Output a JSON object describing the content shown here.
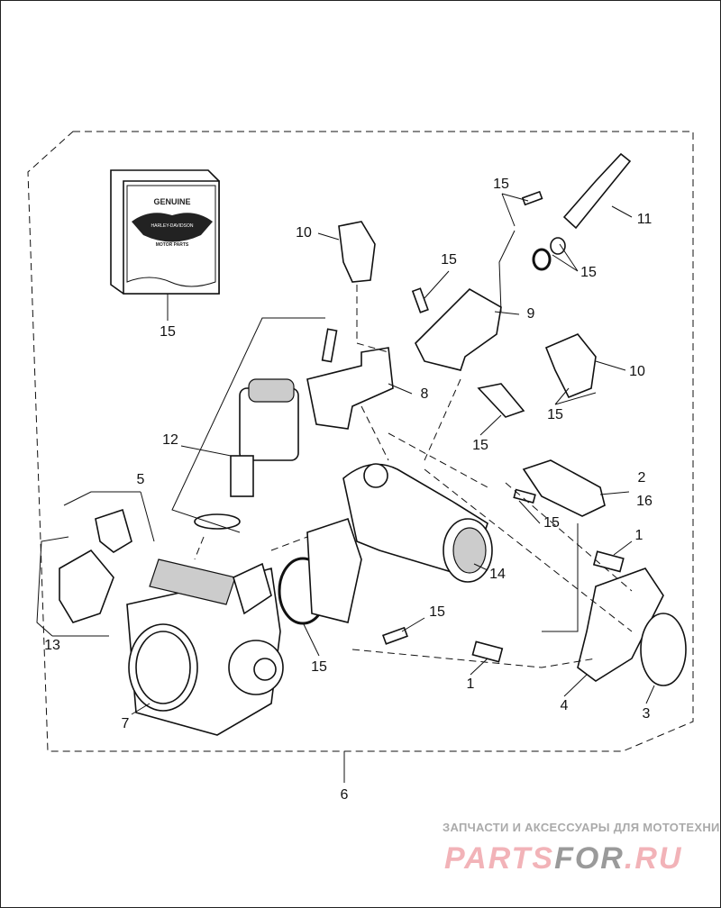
{
  "diagram": {
    "callouts": [
      "15",
      "11",
      "10",
      "15",
      "15",
      "9",
      "15",
      "8",
      "10",
      "15",
      "12",
      "15",
      "5",
      "2",
      "16",
      "15",
      "1",
      "14",
      "15",
      "13",
      "15",
      "1",
      "4",
      "3",
      "7",
      "6"
    ],
    "logo": {
      "top": "GENUINE",
      "middle": "HARLEY-DAVIDSON",
      "bottom": "MOTOR PARTS"
    }
  },
  "watermark": {
    "tagline": "ЗАПЧАСТИ И АКСЕССУАРЫ ДЛЯ МОТОТЕХНИКИ",
    "brand_a": "PARTS",
    "brand_b": "FOR",
    ".ru": ".RU"
  },
  "colors": {
    "brand_pink": "#f2b3b8",
    "brand_gray": "#9a9a9a"
  }
}
